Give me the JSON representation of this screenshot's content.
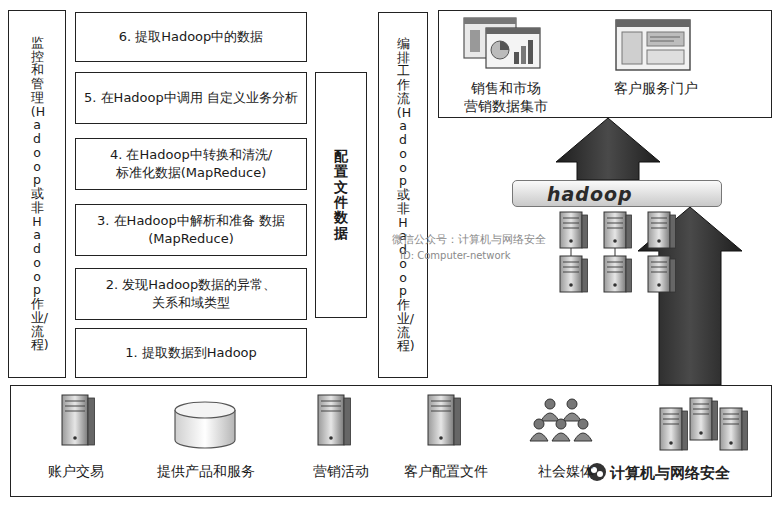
{
  "diagram": {
    "nodes": [
      {
        "text": [
          "监控和管理(Hadoop或非Hadoop作业/流程)"
        ]
      },
      {
        "text": [
          "6. 提取Hadoop中的数据"
        ]
      },
      {
        "text": [
          "5. 在Hadoop中调用 自定义业务分析"
        ]
      },
      {
        "text": [
          "4. 在Hadoop中转换和清洗/ 标准化数据(MapReduce)"
        ]
      },
      {
        "text": [
          "3. 在Hadoop中解析和准备 数据(MapReduce)"
        ]
      },
      {
        "text": [
          "2. 发现Hadoop数据的异常、 关系和域类型"
        ]
      },
      {
        "text": [
          "1. 提取数据到Hadoop"
        ]
      },
      {
        "text": [
          "配置文件数据"
        ]
      },
      {
        "text": [
          "编排工作流(Hadoop或非Hadoop作业/流程)"
        ]
      },
      {
        "text": [
          "销售和市场 营销数据集市",
          "客户服务门户"
        ]
      },
      {
        "text": [
          "hadoop"
        ]
      },
      {
        "text": [
          "账户交易",
          "提供产品和服务",
          "营销活动",
          "客户配置文件",
          "社会媒体"
        ]
      }
    ],
    "edges": [
      {
        "from": 11,
        "to": 10,
        "arrow": "to"
      },
      {
        "from": 10,
        "to": 9,
        "arrow": "to"
      }
    ],
    "labels": [
      "微信公众号：计算机与网络安全",
      "ID: Computer-network",
      "计算机与网络安全"
    ]
  }
}
